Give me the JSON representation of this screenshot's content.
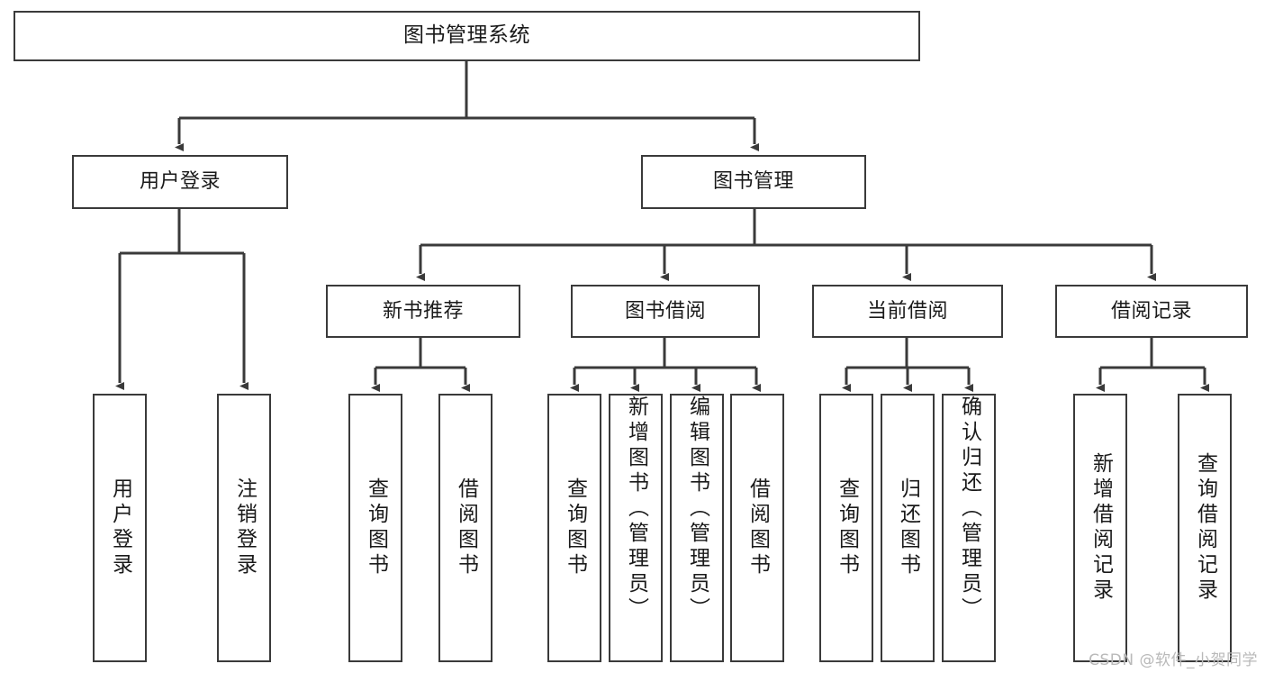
{
  "diagram": {
    "title": "图书管理系统",
    "type": "tree-hierarchy",
    "orientation": "top-down",
    "colors": {
      "stroke": "#3a3a3a",
      "fill": "#ffffff",
      "text": "#1a1a1a",
      "watermark": "#b9b9b9"
    },
    "watermark": "CSDN @软件_小贺同学",
    "levels": {
      "level1": [
        "图书管理系统"
      ],
      "level2": [
        "用户登录",
        "图书管理"
      ],
      "level3": [
        "新书推荐",
        "图书借阅",
        "当前借阅",
        "借阅记录"
      ],
      "level4": [
        "用户登录",
        "注销登录",
        "查询图书",
        "借阅图书",
        "查询图书",
        "新增图书（管理员）",
        "编辑图书（管理员）",
        "借阅图书",
        "查询图书",
        "归还图书",
        "确认归还（管理员）",
        "新增借阅记录",
        "查询借阅记录"
      ]
    },
    "nodes": {
      "root": {
        "label": "图书管理系统"
      },
      "user_login": {
        "label": "用户登录"
      },
      "book_manage": {
        "label": "图书管理"
      },
      "new_book_rec": {
        "label": "新书推荐"
      },
      "book_borrow": {
        "label": "图书借阅"
      },
      "current_borrow": {
        "label": "当前借阅"
      },
      "borrow_record": {
        "label": "借阅记录"
      },
      "leaf_user_login": {
        "label": "用户登录"
      },
      "leaf_logout": {
        "label": "注销登录"
      },
      "leaf_query_book_a": {
        "label": "查询图书"
      },
      "leaf_borrow_book_a": {
        "label": "借阅图书"
      },
      "leaf_query_book_b": {
        "label": "查询图书"
      },
      "leaf_add_book": {
        "label": "新增图书（管理员）"
      },
      "leaf_edit_book": {
        "label": "编辑图书（管理员）"
      },
      "leaf_borrow_book_b": {
        "label": "借阅图书"
      },
      "leaf_query_book_c": {
        "label": "查询图书"
      },
      "leaf_return_book": {
        "label": "归还图书"
      },
      "leaf_confirm_return": {
        "label": "确认归还（管理员）"
      },
      "leaf_add_record": {
        "label": "新增借阅记录"
      },
      "leaf_query_record": {
        "label": "查询借阅记录"
      }
    },
    "edges": [
      {
        "from": "root",
        "to": "user_login"
      },
      {
        "from": "root",
        "to": "book_manage"
      },
      {
        "from": "user_login",
        "to": "leaf_user_login"
      },
      {
        "from": "user_login",
        "to": "leaf_logout"
      },
      {
        "from": "book_manage",
        "to": "new_book_rec"
      },
      {
        "from": "book_manage",
        "to": "book_borrow"
      },
      {
        "from": "book_manage",
        "to": "current_borrow"
      },
      {
        "from": "book_manage",
        "to": "borrow_record"
      },
      {
        "from": "new_book_rec",
        "to": "leaf_query_book_a"
      },
      {
        "from": "new_book_rec",
        "to": "leaf_borrow_book_a"
      },
      {
        "from": "book_borrow",
        "to": "leaf_query_book_b"
      },
      {
        "from": "book_borrow",
        "to": "leaf_add_book"
      },
      {
        "from": "book_borrow",
        "to": "leaf_edit_book"
      },
      {
        "from": "book_borrow",
        "to": "leaf_borrow_book_b"
      },
      {
        "from": "current_borrow",
        "to": "leaf_query_book_c"
      },
      {
        "from": "current_borrow",
        "to": "leaf_return_book"
      },
      {
        "from": "current_borrow",
        "to": "leaf_confirm_return"
      },
      {
        "from": "borrow_record",
        "to": "leaf_add_record"
      },
      {
        "from": "borrow_record",
        "to": "leaf_query_record"
      }
    ]
  }
}
